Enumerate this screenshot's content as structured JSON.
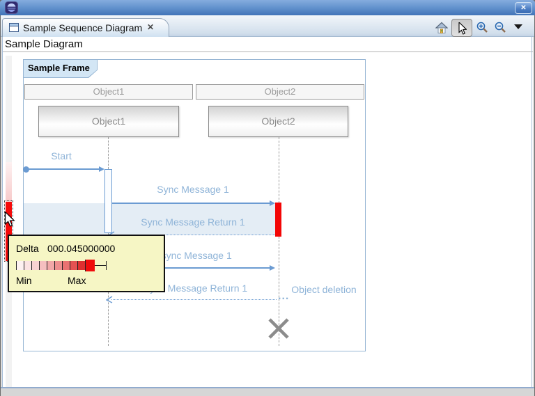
{
  "window": {
    "titlebar": {
      "app_icon": "eclipse-logo",
      "close_glyph": "✕"
    }
  },
  "tab": {
    "title": "Sample Sequence Diagram",
    "close_glyph": "✕",
    "view_icon": "sequence-diagram-view"
  },
  "toolbar": {
    "home_icon": "home",
    "select_icon": "pointer-arrow",
    "zoom_in_icon": "magnifier-plus",
    "zoom_out_icon": "magnifier-minus",
    "menu_icon": "dropdown-arrow"
  },
  "view_header": {
    "title": "Sample Diagram"
  },
  "diagram": {
    "frame_label": "Sample Frame",
    "lifelines": [
      {
        "name": "Object1"
      },
      {
        "name": "Object2"
      }
    ],
    "messages": [
      {
        "label": "Start",
        "type": "sync"
      },
      {
        "label": "Sync Message 1",
        "type": "sync"
      },
      {
        "label": "Sync Message Return 1",
        "type": "return"
      },
      {
        "label": "Async Message 1",
        "type": "async"
      },
      {
        "label": "Async Message Return 1",
        "type": "return"
      },
      {
        "label": "Object deletion",
        "type": "deletion"
      }
    ],
    "continuation_ellipsis": "..."
  },
  "tooltip": {
    "label": "Delta",
    "value": "000.045000000",
    "min_label": "Min",
    "max_label": "Max",
    "scale_colors": [
      "#fdf1f1",
      "#fbe3e3",
      "#f8d2d2",
      "#f5bfbf",
      "#f1a8a8",
      "#ed8f8f",
      "#e97272",
      "#e45252",
      "#de3030",
      "#f00c0c"
    ]
  },
  "colors": {
    "accent_blue": "#6b9bd2",
    "label_blue": "#8fb4d8",
    "highlight_red": "#f50a0a",
    "tooltip_bg": "#f6f6c5",
    "frame_border": "#97b6d4"
  }
}
